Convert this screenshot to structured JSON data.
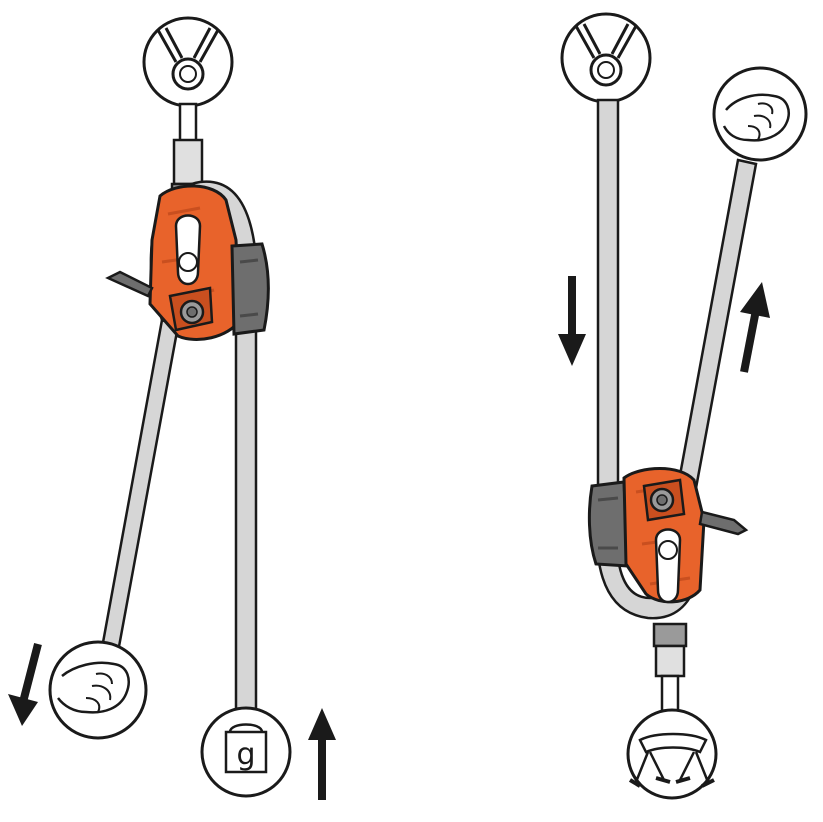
{
  "weight": {
    "label": "g"
  },
  "colors": {
    "device_orange": "#e8632b",
    "device_orange_dark": "#c94f1f",
    "rope_fill": "#d6d6d6",
    "cam_gray": "#6e6e6e",
    "outline": "#1a1a1a",
    "background": "#ffffff"
  },
  "panels": [
    {
      "name": "left-panel",
      "pull_arrow": "down-left",
      "load_arrow": "up"
    },
    {
      "name": "right-panel",
      "rope_arrow_left": "down",
      "rope_arrow_right": "up"
    }
  ]
}
